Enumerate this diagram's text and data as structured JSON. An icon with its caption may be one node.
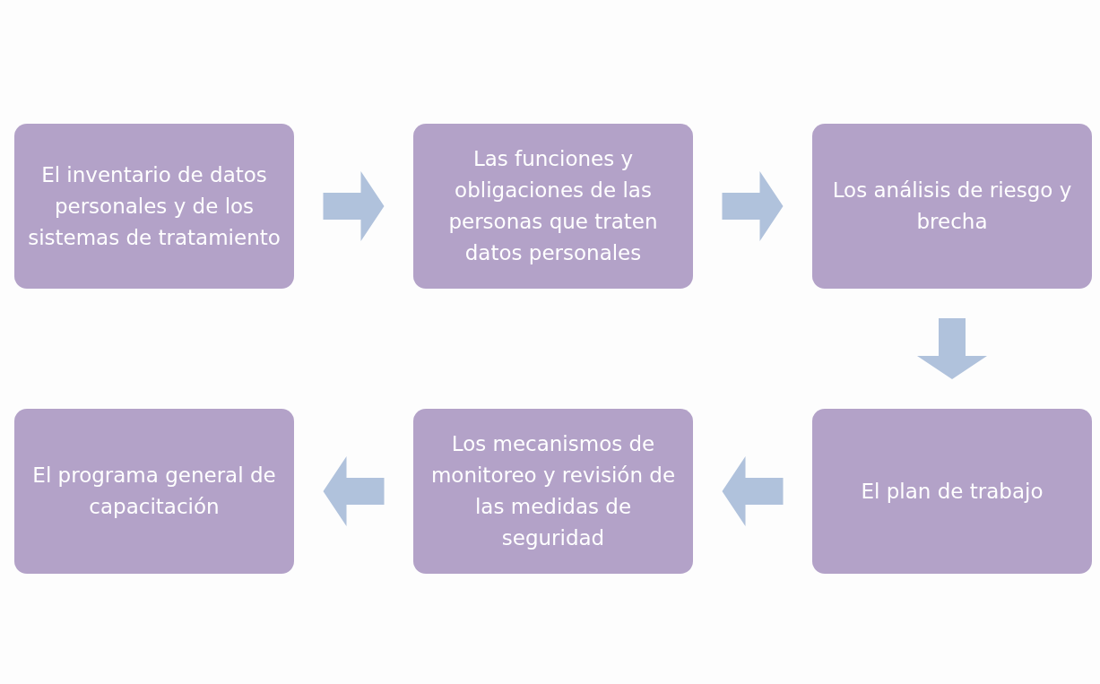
{
  "diagram": {
    "nodes": [
      {
        "text": [
          "El inventario de datos personales y de los sistemas de tratamiento"
        ]
      },
      {
        "text": [
          "Las funciones y obligaciones de las personas que traten datos personales"
        ]
      },
      {
        "text": [
          "Los análisis de riesgo y brecha"
        ]
      },
      {
        "text": [
          "El plan de trabajo"
        ]
      },
      {
        "text": [
          "Los mecanismos de monitoreo y revisión de las medidas de seguridad"
        ]
      },
      {
        "text": [
          "El programa general de capacitación"
        ]
      }
    ],
    "edges": [
      {
        "from": 0,
        "to": 1,
        "arrow": "to"
      },
      {
        "from": 1,
        "to": 2,
        "arrow": "to"
      },
      {
        "from": 2,
        "to": 3,
        "arrow": "to"
      },
      {
        "from": 3,
        "to": 4,
        "arrow": "to"
      },
      {
        "from": 4,
        "to": 5,
        "arrow": "to"
      }
    ]
  }
}
